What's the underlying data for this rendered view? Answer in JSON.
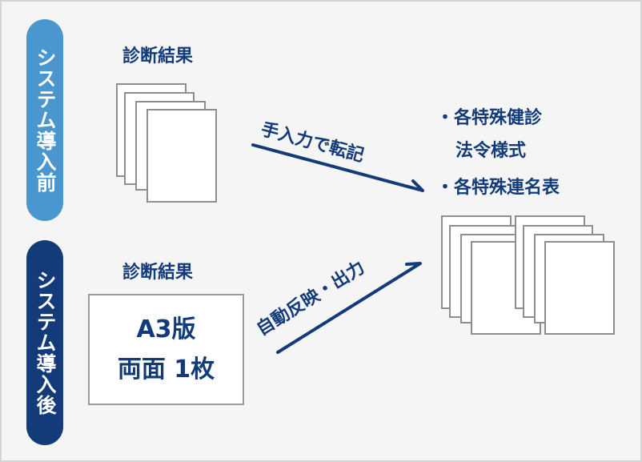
{
  "phases": {
    "before": "システム導入前",
    "after": "システム導入後"
  },
  "before": {
    "source_label": "診断結果",
    "arrow_label": "手入力で転記"
  },
  "after": {
    "source_label": "診断結果",
    "box_line1": "A3版",
    "box_line2": "両面 1枚",
    "arrow_label": "自動反映・出力"
  },
  "outputs": {
    "item1_line1": "・各特殊健診",
    "item1_line2": "法令様式",
    "item2": "・各特殊連名表"
  },
  "colors": {
    "navy": "#133b7a",
    "light_blue": "#4a97cf",
    "background": "#f5f5f5"
  }
}
